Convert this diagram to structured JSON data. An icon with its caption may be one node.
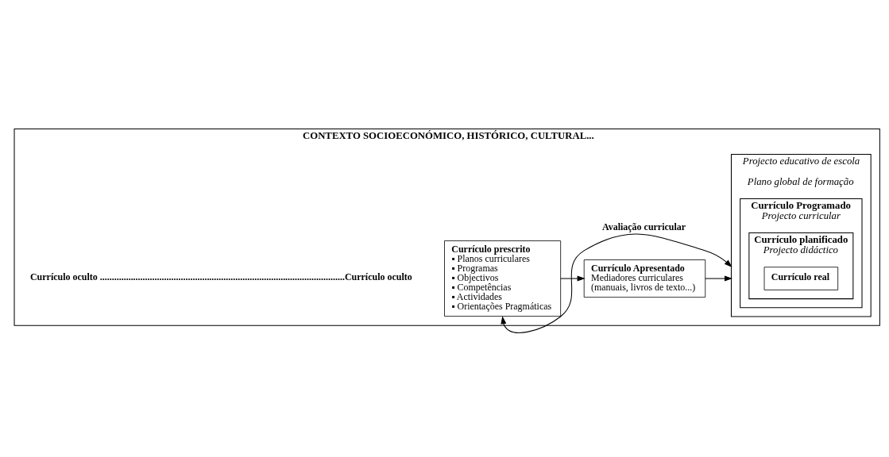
{
  "diagram": {
    "nodes": [
      {
        "text": [
          "CONTEXTO SOCIOECONÓMICO, HISTÓRICO, CULTURAL..."
        ]
      },
      {
        "text": [
          "Currículo prescrito",
          "▪ Planos curriculares",
          "▪ Programas",
          "▪ Objectivos",
          "▪ Competências",
          "▪ Actividades",
          "▪ Orientações Pragmáticas"
        ],
        "in": 0
      },
      {
        "text": [
          "Currículo Apresentado",
          "Mediadores curriculares",
          "(manuais, livros de texto...)"
        ],
        "in": 0
      },
      {
        "text": [
          "Projecto educativo de escola",
          "Plano global de formação"
        ],
        "in": 0
      },
      {
        "text": [
          "Currículo Programado",
          "Projecto curricular"
        ],
        "in": 3
      },
      {
        "text": [
          "Currículo planificado",
          "Projecto didáctico"
        ],
        "in": 4
      },
      {
        "text": [
          "Currículo real"
        ],
        "in": 5
      }
    ],
    "edges": [
      {
        "from": 1,
        "to": 2,
        "arrow": "to"
      },
      {
        "from": 2,
        "to": 3,
        "arrow": "to"
      },
      {
        "from": 1,
        "to": 3,
        "arrow": "both",
        "label": "Avaliação curricular"
      }
    ],
    "labels": [
      "Currículo oculto .......................................................................................................Currículo oculto"
    ]
  }
}
